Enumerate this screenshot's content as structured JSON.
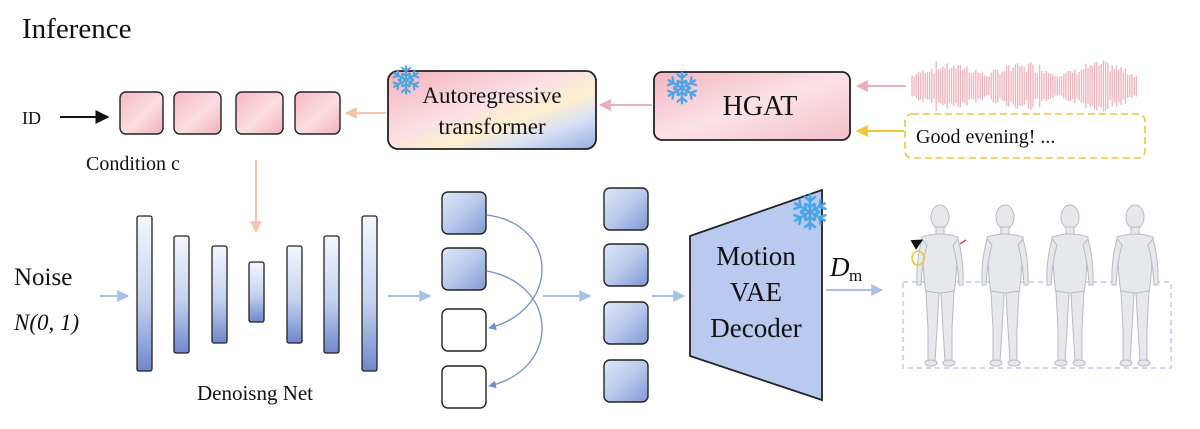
{
  "section_title": "Inference",
  "inputs": {
    "id_label": "ID",
    "noise_label": "Noise",
    "noise_dist_label": "N(0, 1)",
    "text_prompt": "Good evening! ..."
  },
  "modules": {
    "autoregressive_line1": "Autoregressive",
    "autoregressive_line2": "transformer",
    "hgat": "HGAT",
    "vae_line1": "Motion",
    "vae_line2": "VAE",
    "vae_line3": "Decoder"
  },
  "labels": {
    "condition": "Condition c",
    "denoising_net": "Denoisng Net",
    "decoder_symbol": "D",
    "decoder_subscript": "m"
  },
  "icons": {
    "frozen": "snowflake-icon",
    "audio": "waveform-icon",
    "output": "human-mesh-figure"
  },
  "colors": {
    "pink": "#f4b9c2",
    "blue": "#9fb5e2",
    "dark_blue": "#5d78c4",
    "yellow": "#f2c33c",
    "arrow_pink": "#ebb0b7",
    "arrow_blue": "#a8c1e8",
    "snowflake": "#4aa5e8"
  }
}
